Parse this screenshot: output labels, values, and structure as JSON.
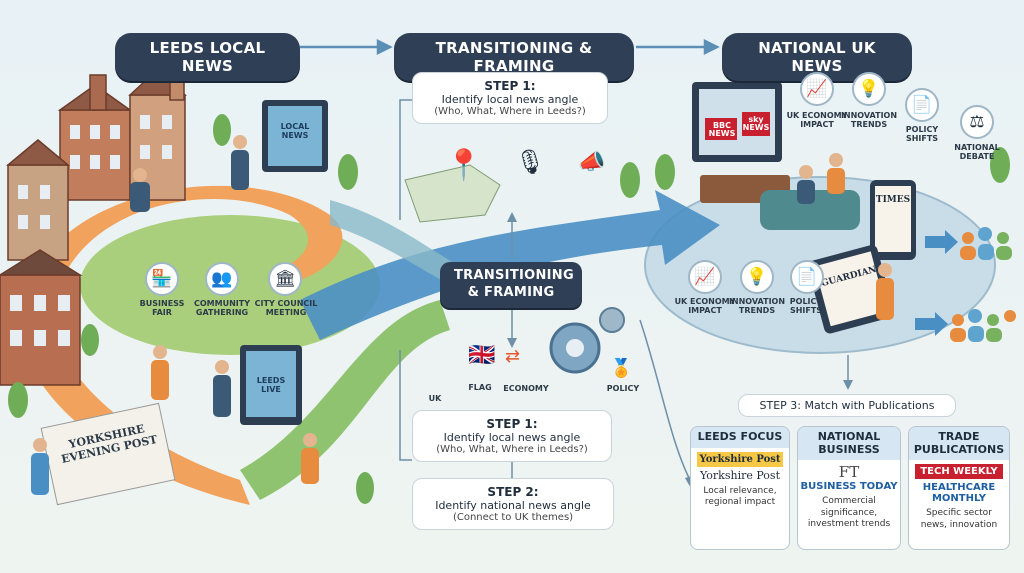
{
  "header": {
    "left": "LEEDS LOCAL NEWS",
    "middle": "TRANSITIONING & FRAMING",
    "right": "NATIONAL UK NEWS"
  },
  "center_label": "TRANSITIONING\n& FRAMING",
  "step1_top": {
    "title": "STEP 1:",
    "line1": "Identify local news angle",
    "line2": "(Who, What, Where in Leeds?)"
  },
  "step1_bottom": {
    "title": "STEP 1:",
    "line1": "Identify local news angle",
    "line2": "(Who, What, Where in Leeds?)"
  },
  "step2": {
    "title": "STEP 2:",
    "line1": "Identify national news angle",
    "line2": "(Connect to UK themes)"
  },
  "step3": "STEP 3: Match with Publications",
  "local": {
    "monitor": "LOCAL NEWS",
    "monitor2": "LEEDS LIVE",
    "paper": "YORKSHIRE EVENING POST",
    "events": [
      "BUSINESS FAIR",
      "COMMUNITY GATHERING",
      "CITY COUNCIL MEETING"
    ]
  },
  "themes": [
    "UK",
    "FLAG",
    "ECONOMY",
    "POLICY"
  ],
  "national": {
    "tv": [
      "BBC NEWS",
      "sky NEWS"
    ],
    "top_icons": [
      "UK ECONOMY IMPACT",
      "INNOVATION TRENDS",
      "POLICY SHIFTS",
      "NATIONAL DEBATE"
    ],
    "bottom_icons": [
      "UK ECONOMY IMPACT",
      "INNOVATION TRENDS",
      "POLICY SHIFTS"
    ],
    "tablet1": "TIMES",
    "tablet2": "GUARDIAN"
  },
  "publications": [
    {
      "header": "LEEDS FOCUS",
      "logo1": "Yorkshire Post",
      "logo2": "Yorkshire Post",
      "desc": "Local relevance, regional impact",
      "color": "#d6e6f2"
    },
    {
      "header": "NATIONAL BUSINESS",
      "logo1": "FT",
      "logo2": "BUSINESS TODAY",
      "desc": "Commercial significance, investment trends",
      "color": "#d6e6f2"
    },
    {
      "header": "TRADE PUBLICATIONS",
      "logo1": "TECH WEEKLY",
      "logo2": "HEALTHCARE MONTHLY",
      "desc": "Specific sector news, innovation",
      "color": "#d6e6f2"
    }
  ],
  "colors": {
    "pill": "#2f3f55",
    "orange": "#f08a3c",
    "green": "#8cc36a",
    "blue": "#4a8fc4",
    "teal": "#6aa9b8"
  }
}
